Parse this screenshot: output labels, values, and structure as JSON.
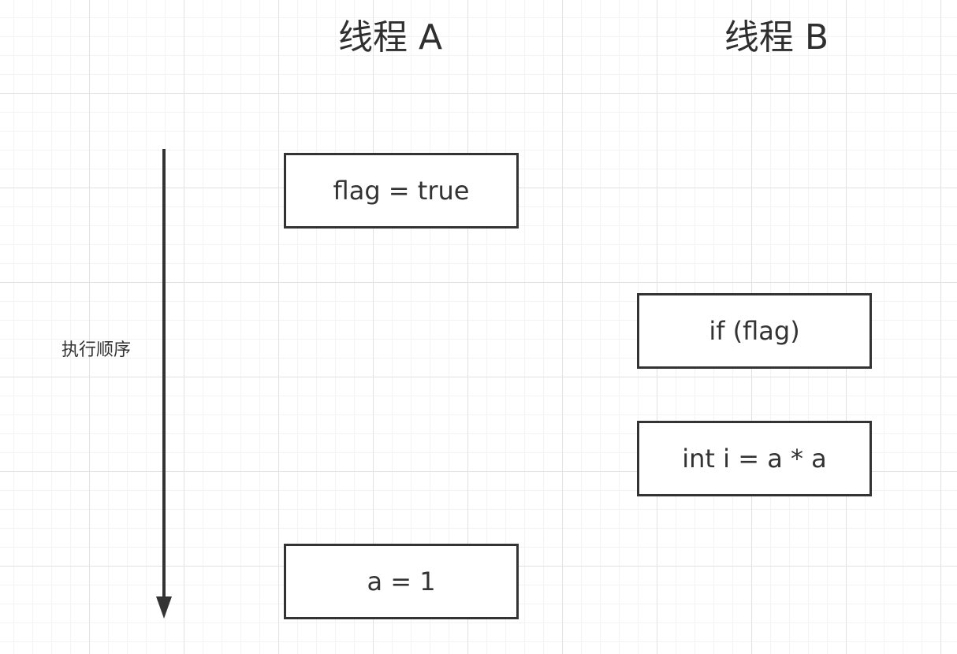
{
  "headers": {
    "thread_a": "线程 A",
    "thread_b": "线程 B"
  },
  "timeline": {
    "label": "执行顺序"
  },
  "thread_a_steps": [
    {
      "text": "flag = true"
    },
    {
      "text": "a = 1"
    }
  ],
  "thread_b_steps": [
    {
      "text": "if (flag)"
    },
    {
      "text": "int i = a * a"
    }
  ],
  "colors": {
    "stroke": "#333333",
    "grid_major": "#e2e2e2",
    "grid_minor": "#f3f3f3",
    "background": "#ffffff"
  }
}
